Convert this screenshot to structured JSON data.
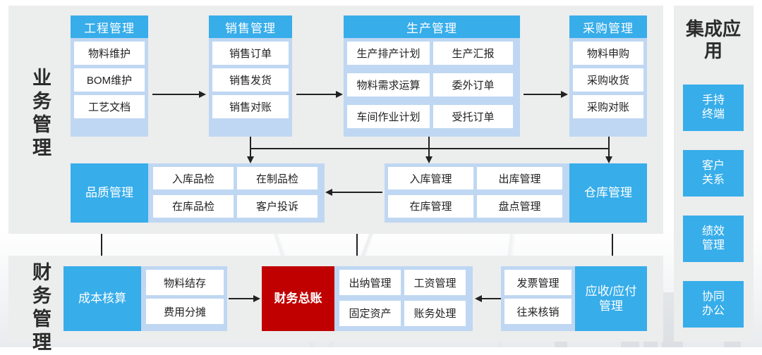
{
  "business": {
    "label": "业务管理",
    "modules": [
      {
        "title": "工程管理",
        "columns": 1,
        "cells": [
          "物料维护",
          "BOM维护",
          "工艺文档"
        ]
      },
      {
        "title": "销售管理",
        "columns": 1,
        "cells": [
          "销售订单",
          "销售发货",
          "销售对账"
        ]
      },
      {
        "title": "生产管理",
        "columns": 2,
        "cells": [
          "生产排产计划",
          "生产汇报",
          "物料需求运算",
          "委外订单",
          "车间作业计划",
          "受托订单"
        ]
      },
      {
        "title": "采购管理",
        "columns": 1,
        "cells": [
          "物料申购",
          "采购收货",
          "采购对账"
        ]
      }
    ],
    "quality": {
      "title": "品质管理",
      "cells": [
        "入库品检",
        "在制品检",
        "在库品检",
        "客户投诉"
      ]
    },
    "warehouse": {
      "title": "仓库管理",
      "cells": [
        "入库管理",
        "出库管理",
        "在库管理",
        "盘点管理"
      ]
    }
  },
  "finance": {
    "label": "财务管理",
    "cost": {
      "title": "成本核算",
      "cells": [
        "物料结存",
        "费用分摊"
      ]
    },
    "ledger": {
      "title": "财务总账"
    },
    "ledger_cells": [
      "出纳管理",
      "工资管理",
      "固定资产",
      "账务处理"
    ],
    "receivable": {
      "title": "应收/应付管理",
      "cells": [
        "发票管理",
        "往来核销"
      ]
    }
  },
  "integration": {
    "title": "集成应用",
    "items": [
      "手持终端",
      "客户关系",
      "绩效管理",
      "协同办公"
    ]
  },
  "colors": {
    "accent_blue": "#37adea",
    "soft_blue": "#bfd7f2",
    "panel_gray": "#eceded",
    "alert_red": "#c00000",
    "cell_white": "#ffffff"
  }
}
